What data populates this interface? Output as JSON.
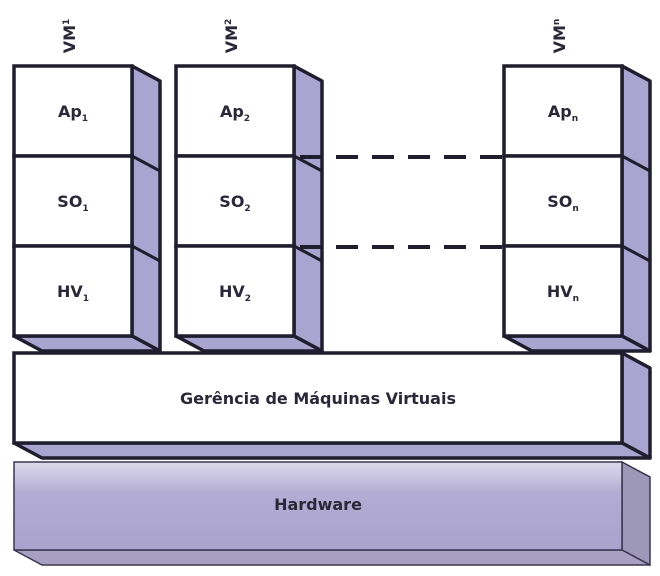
{
  "vms": [
    {
      "name": "VM",
      "index": "1",
      "layers": [
        {
          "base": "Ap",
          "sub": "1"
        },
        {
          "base": "SO",
          "sub": "1"
        },
        {
          "base": "HV",
          "sub": "1"
        }
      ]
    },
    {
      "name": "VM",
      "index": "2",
      "layers": [
        {
          "base": "Ap",
          "sub": "2"
        },
        {
          "base": "SO",
          "sub": "2"
        },
        {
          "base": "HV",
          "sub": "2"
        }
      ]
    },
    {
      "name": "VM",
      "index": "n",
      "layers": [
        {
          "base": "Ap",
          "sub": "n"
        },
        {
          "base": "SO",
          "sub": "n"
        },
        {
          "base": "HV",
          "sub": "n"
        }
      ]
    }
  ],
  "manager": {
    "label": "Gerência de Máquinas Virtuais"
  },
  "hardware": {
    "label": "Hardware"
  },
  "colors": {
    "stroke": "#1f1d2e",
    "side": "#aaa5d0",
    "hw_top": "#dcd9ec",
    "hw_bottom": "#a9a2cc",
    "hw_side": "#9e98b8"
  }
}
